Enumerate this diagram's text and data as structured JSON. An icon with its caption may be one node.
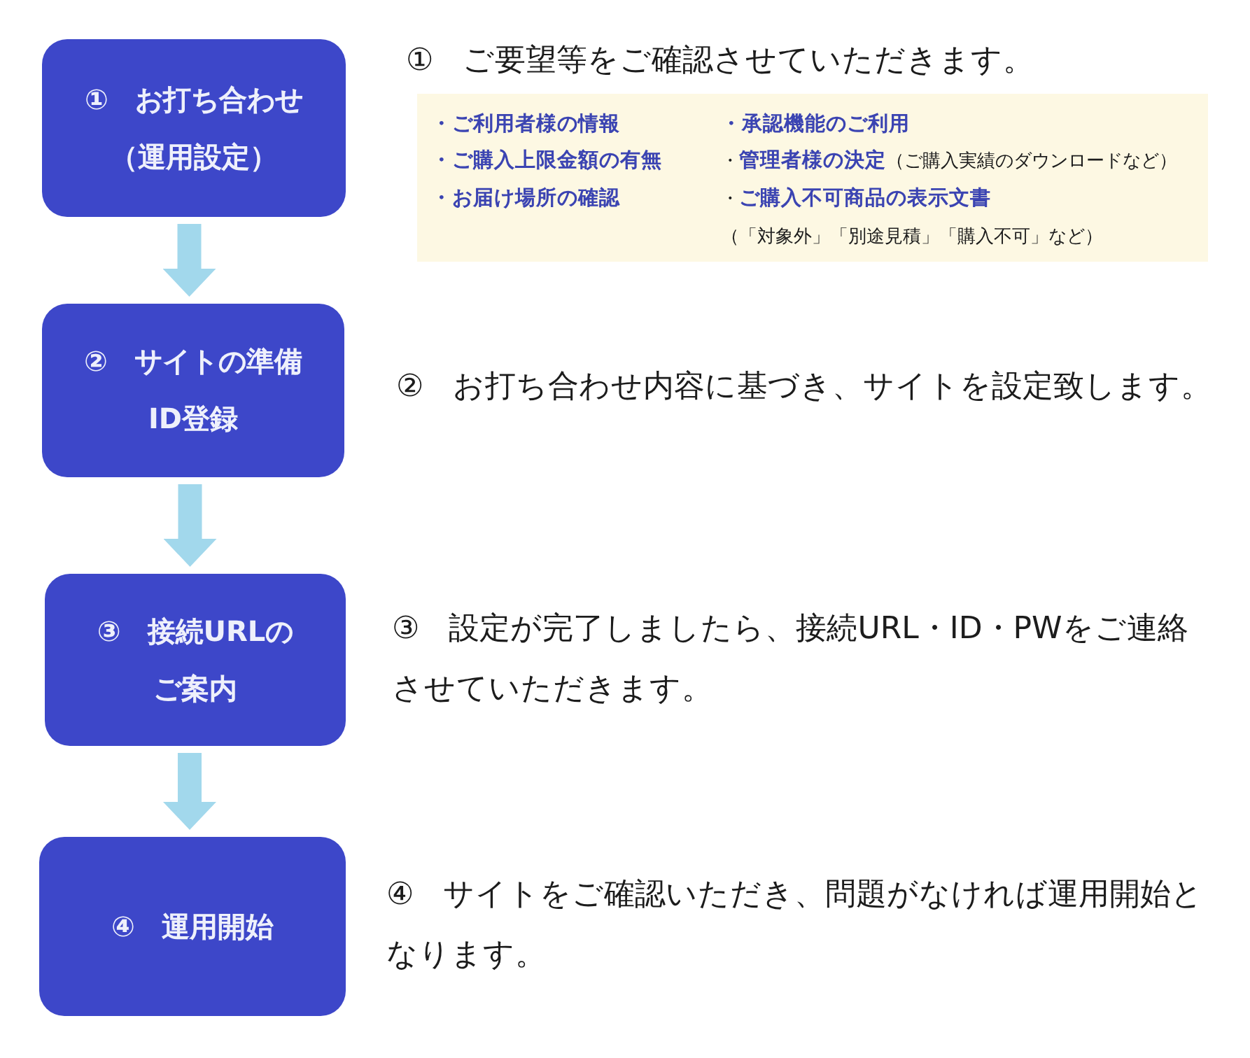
{
  "diagram": {
    "nodes": [
      {
        "text": [
          "① お打ち合わせ（運用設定）"
        ]
      },
      {
        "text": [
          "・ご利用者様の情報",
          "・ご購入上限金額の有無",
          "・お届け場所の確認",
          "・承認機能のご利用",
          "・**管理者様の決定**（ご購入実績のダウンロードなど）",
          "・**ご購入不可商品の表示文書**（「対象外」「別途見積」「購入不可」など）"
        ],
        "beside": [
          "① ご要望等をご確認させていただきます。"
        ]
      },
      {
        "text": [
          "② サイトの準備ID登録"
        ],
        "beside": [
          "② お打ち合わせ内容に基づき、サイトを設定致します。"
        ]
      },
      {
        "text": [
          "③ 接続URLのご案内"
        ],
        "beside": [
          "③ 設定が完了しましたら、接続URL・ID・PWをご連絡させていただきます。"
        ]
      },
      {
        "text": [
          "④ 運用開始"
        ],
        "beside": [
          "④ サイトをご確認いただき、問題がなければ運用開始となります。"
        ]
      }
    ],
    "edges": [
      {
        "from": 0,
        "to": 2,
        "arrow": "to"
      },
      {
        "from": 2,
        "to": 3,
        "arrow": "to"
      },
      {
        "from": 3,
        "to": 4,
        "arrow": "to"
      }
    ]
  }
}
